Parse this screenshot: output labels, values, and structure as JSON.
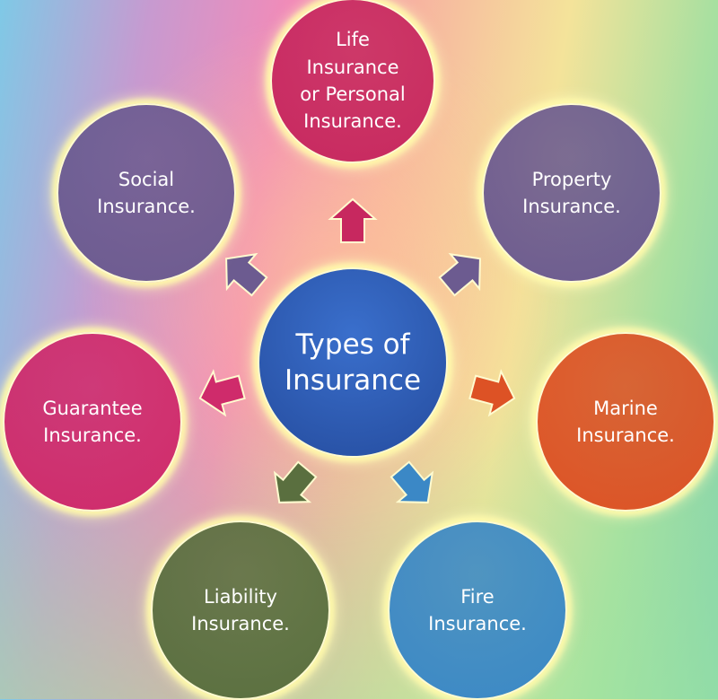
{
  "center": {
    "label": "Types of Insurance",
    "line1": "Types of",
    "line2": "Insurance",
    "color": "#2f5cb6"
  },
  "nodes": [
    {
      "id": "life",
      "lines": [
        "Life",
        "Insurance",
        "or Personal",
        "Insurance."
      ],
      "color": "#c7285f"
    },
    {
      "id": "property",
      "lines": [
        "Property",
        "Insurance."
      ],
      "color": "#6c5b90"
    },
    {
      "id": "marine",
      "lines": [
        "Marine",
        "Insurance."
      ],
      "color": "#dd5225"
    },
    {
      "id": "fire",
      "lines": [
        "Fire",
        "Insurance."
      ],
      "color": "#3b88c6"
    },
    {
      "id": "liability",
      "lines": [
        "Liability",
        "Insurance."
      ],
      "color": "#5a6f3f"
    },
    {
      "id": "guarantee",
      "lines": [
        "Guarantee",
        "Insurance."
      ],
      "color": "#cf2b6b"
    },
    {
      "id": "social",
      "lines": [
        "Social",
        "Insurance."
      ],
      "color": "#6c5b90"
    }
  ]
}
